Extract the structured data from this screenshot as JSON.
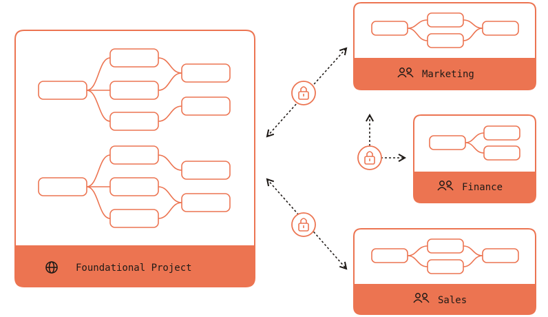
{
  "colors": {
    "accent": "#ec7451",
    "text": "#1f1a17",
    "background": "#ffffff"
  },
  "foundational": {
    "label": "Foundational Project",
    "icon": "globe-icon"
  },
  "teams": [
    {
      "id": "marketing",
      "label": "Marketing",
      "icon": "users-icon"
    },
    {
      "id": "finance",
      "label": "Finance",
      "icon": "users-icon"
    },
    {
      "id": "sales",
      "label": "Sales",
      "icon": "users-icon"
    }
  ],
  "links": [
    {
      "from": "foundational",
      "to": "marketing",
      "icon": "lock-icon"
    },
    {
      "from": "finance",
      "to": "outbound",
      "icon": "lock-icon"
    },
    {
      "from": "foundational",
      "to": "sales",
      "icon": "lock-icon"
    }
  ]
}
